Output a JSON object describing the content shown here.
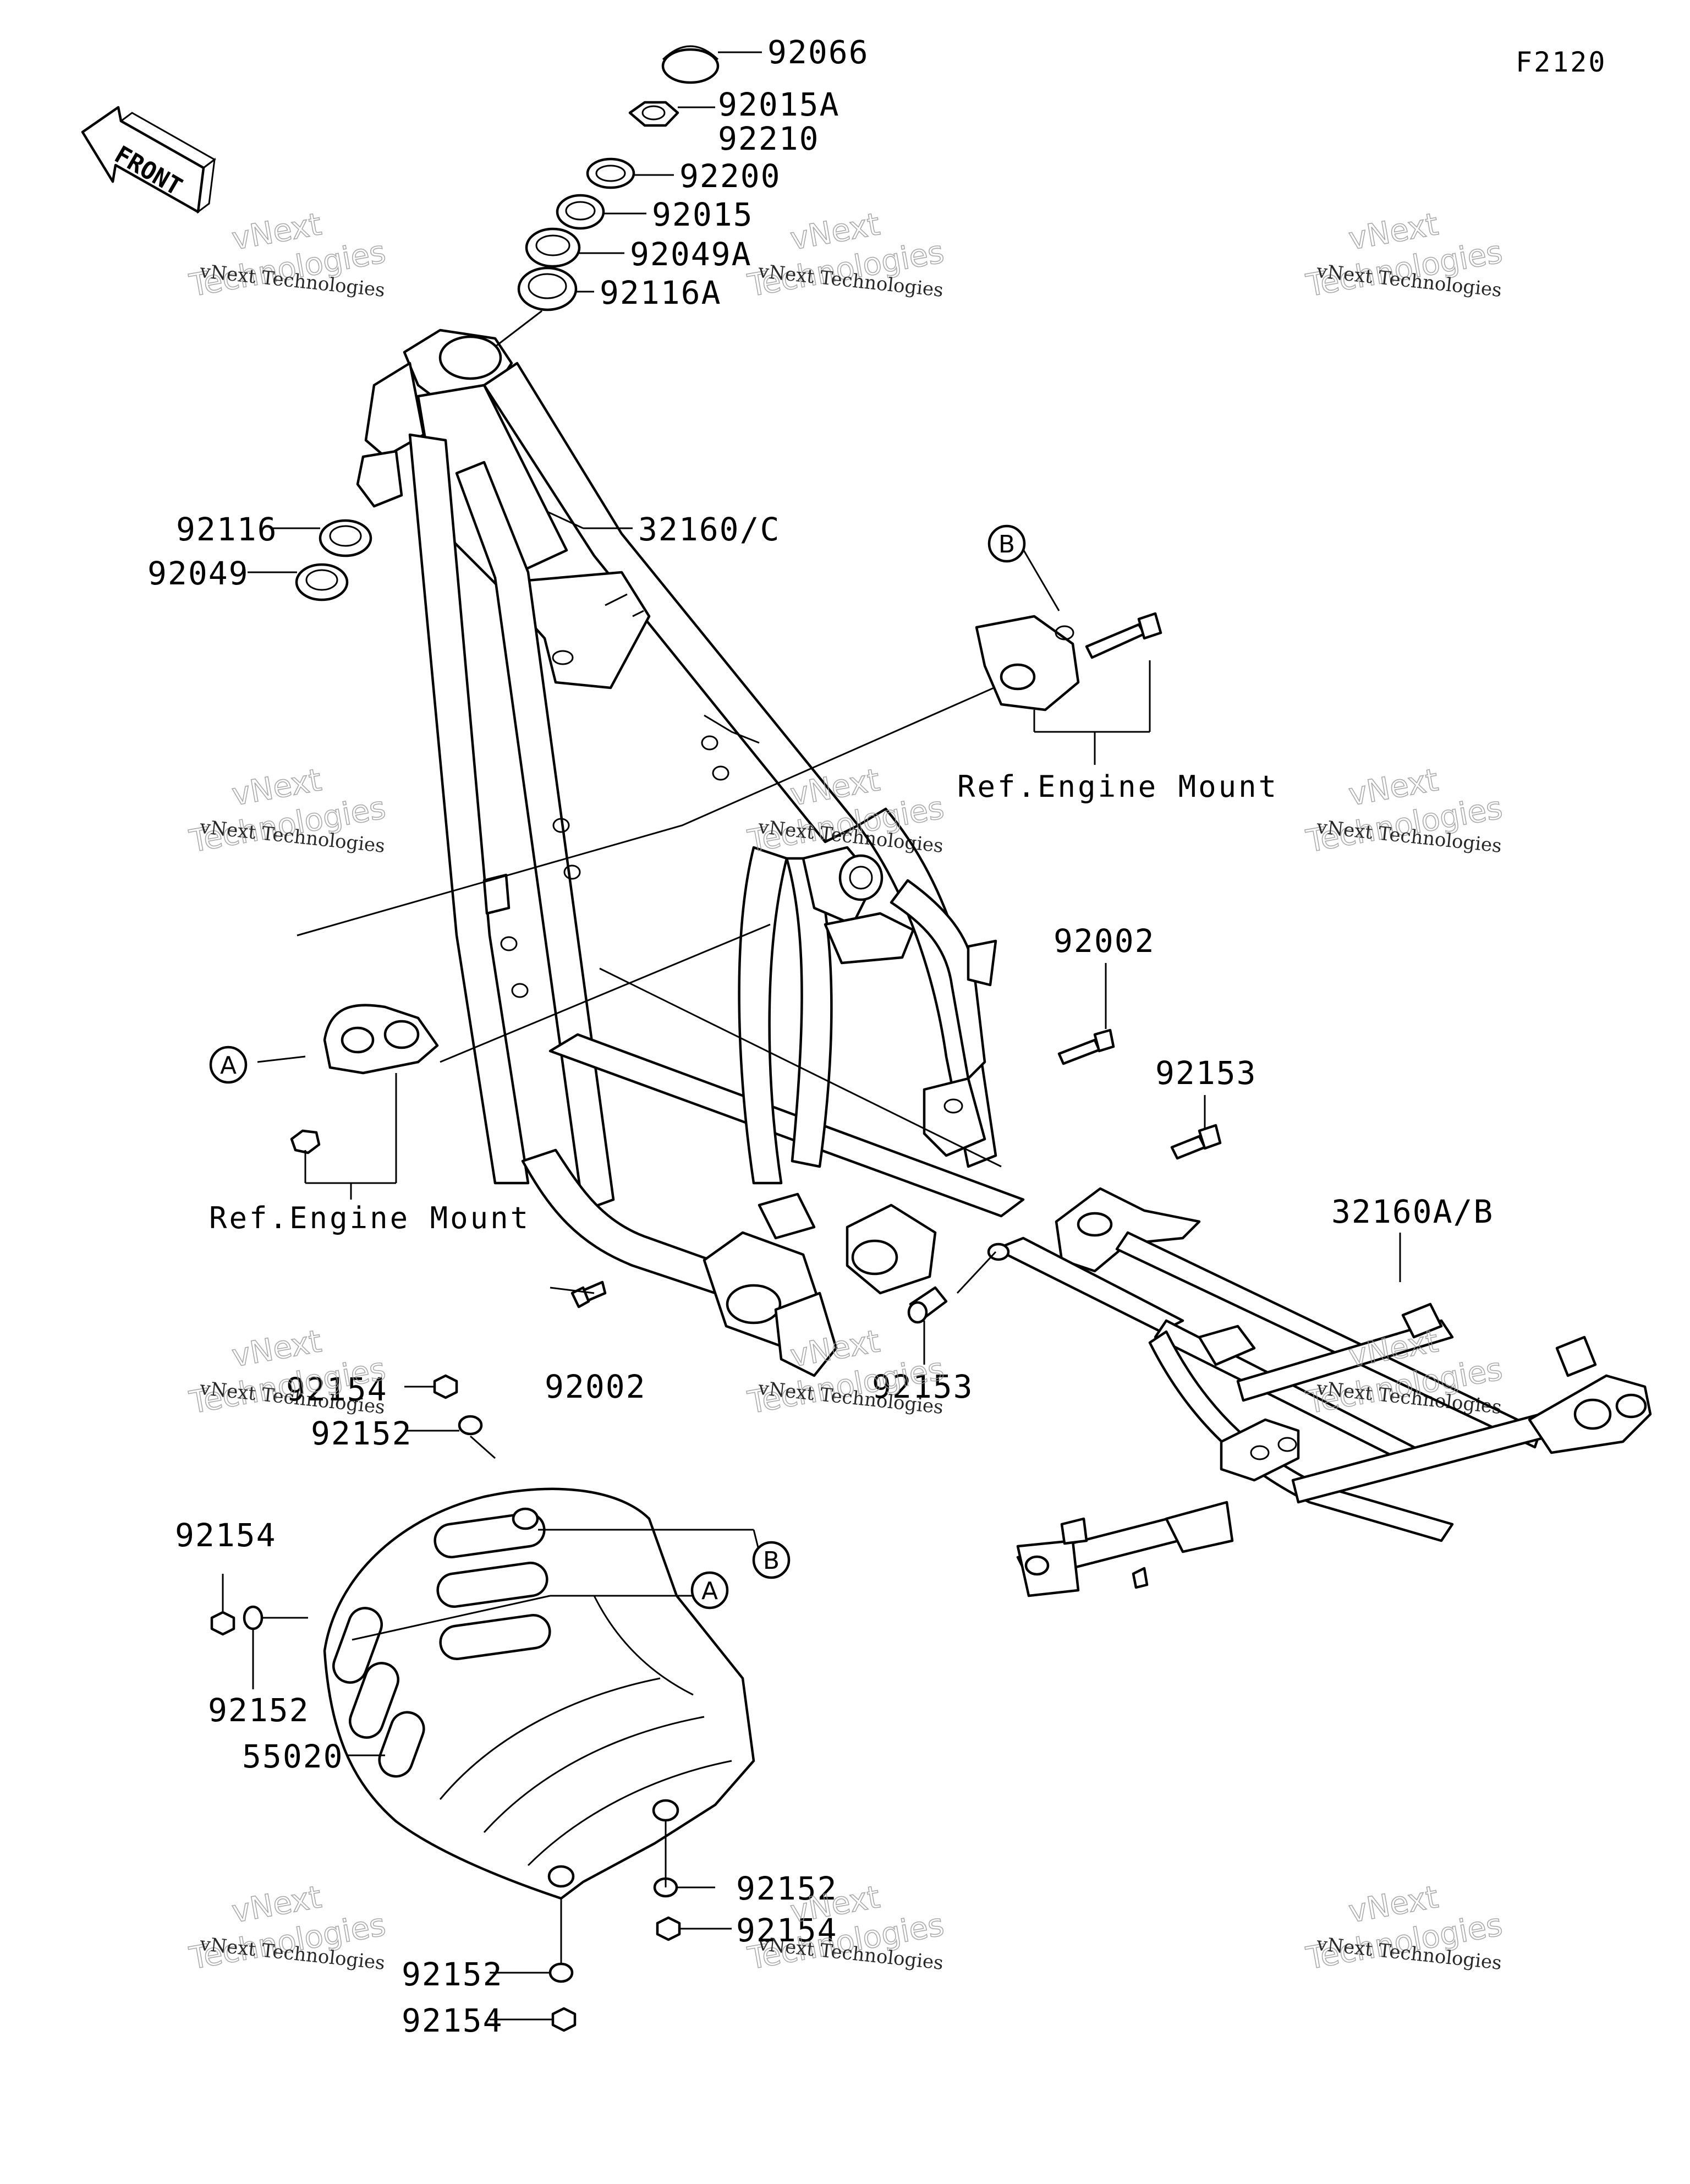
{
  "diagram": {
    "code": "F2120",
    "front_label": "FRONT",
    "labels": [
      {
        "id": "92066",
        "text": "92066"
      },
      {
        "id": "92015A",
        "text": "92015A"
      },
      {
        "id": "92210",
        "text": "92210"
      },
      {
        "id": "92200",
        "text": "92200"
      },
      {
        "id": "92015",
        "text": "92015"
      },
      {
        "id": "92049A",
        "text": "92049A"
      },
      {
        "id": "92116A",
        "text": "92116A"
      },
      {
        "id": "92116",
        "text": "92116"
      },
      {
        "id": "92049",
        "text": "92049"
      },
      {
        "id": "32160C",
        "text": "32160/C"
      },
      {
        "id": "92002_right",
        "text": "92002"
      },
      {
        "id": "92153_right",
        "text": "92153"
      },
      {
        "id": "32160AB",
        "text": "32160A/B"
      },
      {
        "id": "92002_bottom",
        "text": "92002"
      },
      {
        "id": "92153_bottom",
        "text": "92153"
      },
      {
        "id": "92154_top",
        "text": "92154"
      },
      {
        "id": "92152_top",
        "text": "92152"
      },
      {
        "id": "92154_left",
        "text": "92154"
      },
      {
        "id": "92152_left",
        "text": "92152"
      },
      {
        "id": "55020",
        "text": "55020"
      },
      {
        "id": "92152_br",
        "text": "92152"
      },
      {
        "id": "92154_br",
        "text": "92154"
      },
      {
        "id": "92152_bottom",
        "text": "92152"
      },
      {
        "id": "92154_bottom",
        "text": "92154"
      }
    ],
    "references": [
      {
        "id": "ref_engine_mount_right",
        "text": "Ref.Engine Mount"
      },
      {
        "id": "ref_engine_mount_left",
        "text": "Ref.Engine Mount"
      }
    ],
    "callouts": [
      {
        "id": "callout_B_top",
        "text": "B"
      },
      {
        "id": "callout_A_left",
        "text": "A"
      },
      {
        "id": "callout_B_guard",
        "text": "B"
      },
      {
        "id": "callout_A_guard",
        "text": "A"
      }
    ],
    "watermark": {
      "line1": "vNext Technologies",
      "line2": "Technologies",
      "overlay": "vNext"
    }
  }
}
